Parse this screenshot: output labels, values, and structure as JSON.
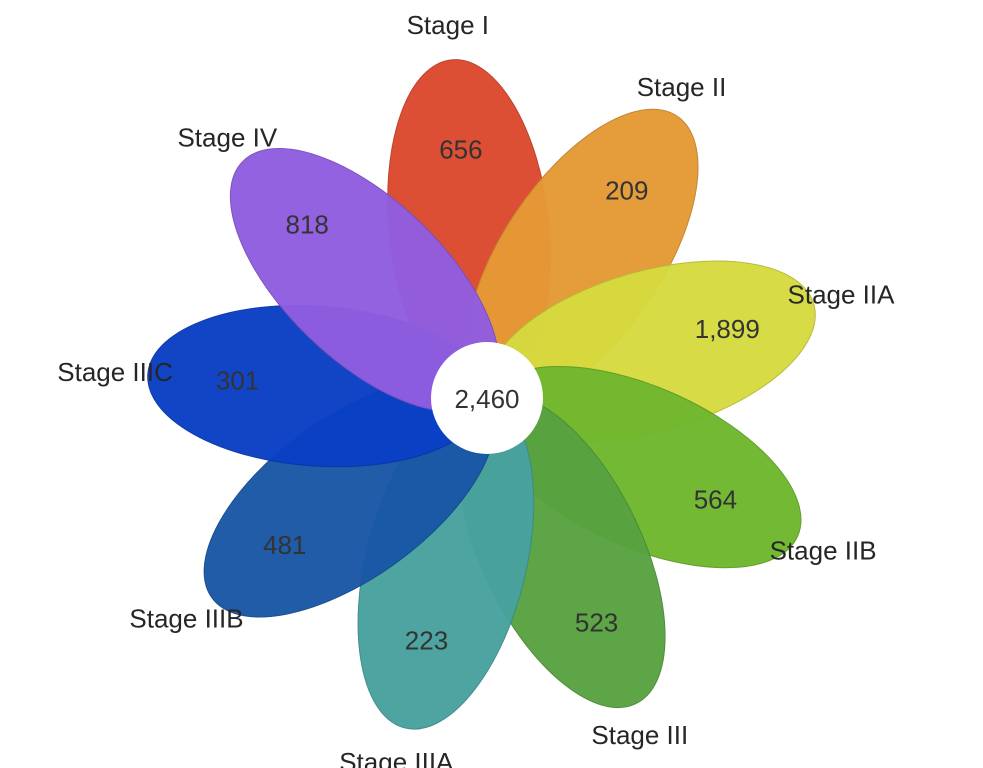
{
  "chart_data": {
    "type": "flower",
    "title": "",
    "center_value": "2,460",
    "petals": [
      {
        "label": "Stage I",
        "value": "656",
        "color": "#DC4A2E"
      },
      {
        "label": "Stage II",
        "value": "209",
        "color": "#E59A35"
      },
      {
        "label": "Stage IIA",
        "value": "1,899",
        "color": "#D6DA3F"
      },
      {
        "label": "Stage IIB",
        "value": "564",
        "color": "#70B72E"
      },
      {
        "label": "Stage III",
        "value": "523",
        "color": "#58A341"
      },
      {
        "label": "Stage IIIA",
        "value": "223",
        "color": "#48A29E"
      },
      {
        "label": "Stage IIIB",
        "value": "481",
        "color": "#1957A6"
      },
      {
        "label": "Stage IIIC",
        "value": "301",
        "color": "#0A40C4"
      },
      {
        "label": "Stage IV",
        "value": "818",
        "color": "#905DE0"
      }
    ]
  }
}
